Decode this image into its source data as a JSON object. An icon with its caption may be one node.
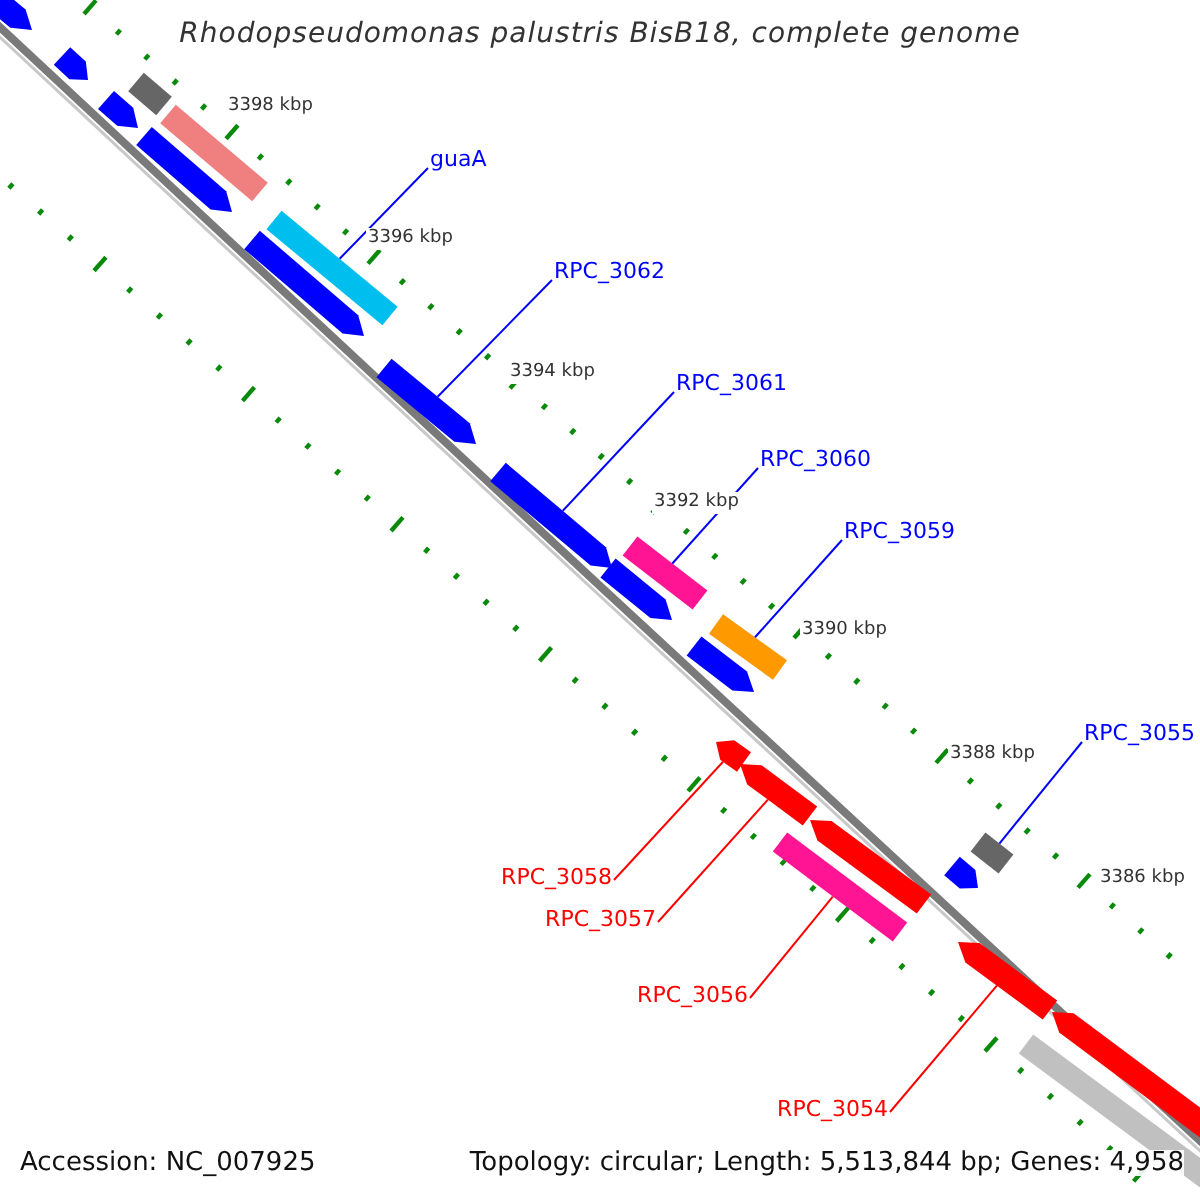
{
  "diagram": {
    "title": "Rhodopseudomonas palustris BisB18, complete genome",
    "nodes": [
      {
        "text": [
          "guaA"
        ]
      },
      {
        "text": [
          "RPC_3062"
        ]
      },
      {
        "text": [
          "RPC_3061"
        ]
      },
      {
        "text": [
          "RPC_3060"
        ]
      },
      {
        "text": [
          "RPC_3059"
        ]
      },
      {
        "text": [
          "RPC_3055"
        ]
      },
      {
        "text": [
          "RPC_3058"
        ]
      },
      {
        "text": [
          "RPC_3057"
        ]
      },
      {
        "text": [
          "RPC_3056"
        ]
      },
      {
        "text": [
          "RPC_3054"
        ]
      },
      {
        "text": [],
        "shape": "arrow"
      },
      {
        "text": [],
        "shape": "arrow"
      },
      {
        "text": [],
        "shape": "arrow"
      },
      {
        "text": [],
        "shape": "box"
      },
      {
        "text": [],
        "shape": "arrow"
      },
      {
        "text": [],
        "shape": "box"
      },
      {
        "text": [],
        "shape": "arrow"
      },
      {
        "text": [],
        "shape": "box"
      },
      {
        "text": [],
        "shape": "arrow"
      },
      {
        "text": [],
        "shape": "arrow"
      },
      {
        "text": [],
        "shape": "arrow"
      },
      {
        "text": [],
        "shape": "box"
      },
      {
        "text": [],
        "shape": "arrow"
      },
      {
        "text": [],
        "shape": "box"
      },
      {
        "text": [],
        "shape": "arrow"
      },
      {
        "text": [],
        "shape": "arrow"
      },
      {
        "text": [],
        "shape": "box"
      },
      {
        "text": [],
        "shape": "arrow"
      },
      {
        "text": [],
        "shape": "arrow"
      },
      {
        "text": [],
        "shape": "box"
      },
      {
        "text": [],
        "shape": "arrow"
      },
      {
        "text": [],
        "shape": "box"
      },
      {
        "text": [],
        "shape": "arrow"
      }
    ],
    "edges": [
      {
        "from": 0,
        "to": 17,
        "arrow": "none"
      },
      {
        "from": 1,
        "to": 18,
        "arrow": "none"
      },
      {
        "from": 2,
        "to": 19,
        "arrow": "none"
      },
      {
        "from": 3,
        "to": 21,
        "arrow": "none"
      },
      {
        "from": 4,
        "to": 23,
        "arrow": "none"
      },
      {
        "from": 5,
        "to": 29,
        "arrow": "none"
      },
      {
        "from": 6,
        "to": 24,
        "arrow": "none",
        "color": "#ff0000"
      },
      {
        "from": 7,
        "to": 25,
        "arrow": "none",
        "color": "#ff0000"
      },
      {
        "from": 8,
        "to": 26,
        "arrow": "none",
        "color": "#ff0000"
      },
      {
        "from": 9,
        "to": 30,
        "arrow": "none",
        "color": "#ff0000"
      }
    ],
    "labels": [
      "3398 kbp",
      "3396 kbp",
      "3394 kbp",
      "3392 kbp",
      "3390 kbp",
      "3388 kbp",
      "3386 kbp",
      "Accession: NC_007925",
      "Topology: circular; Length: 5,513,844 bp; Genes: 4,958"
    ]
  }
}
